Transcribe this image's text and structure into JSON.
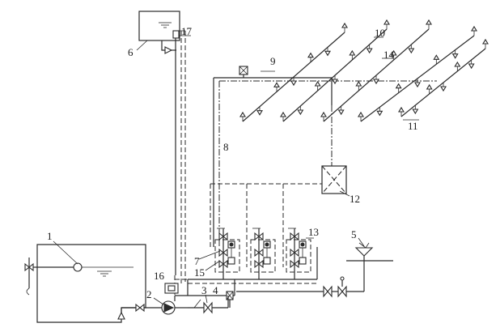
{
  "diagram": {
    "labels": [
      {
        "id": "water-tank",
        "text": "1"
      },
      {
        "id": "fire-pump",
        "text": "2"
      },
      {
        "id": "check-valve",
        "text": "3"
      },
      {
        "id": "gate-valve-4",
        "text": "4"
      },
      {
        "id": "pump-adapter",
        "text": "5"
      },
      {
        "id": "roof-tank",
        "text": "6"
      },
      {
        "id": "alarm-valve",
        "text": "7"
      },
      {
        "id": "riser-pipe",
        "text": "8"
      },
      {
        "id": "distribution-main",
        "text": "9"
      },
      {
        "id": "branch-pipe",
        "text": "10"
      },
      {
        "id": "sprinkler-branch",
        "text": "11"
      },
      {
        "id": "control-box",
        "text": "12"
      },
      {
        "id": "pressure-switch",
        "text": "13"
      },
      {
        "id": "flow-indicator",
        "text": "14"
      },
      {
        "id": "signal-valve",
        "text": "15"
      },
      {
        "id": "pressure-tank",
        "text": "16"
      },
      {
        "id": "roof-valve",
        "text": "17"
      }
    ]
  }
}
